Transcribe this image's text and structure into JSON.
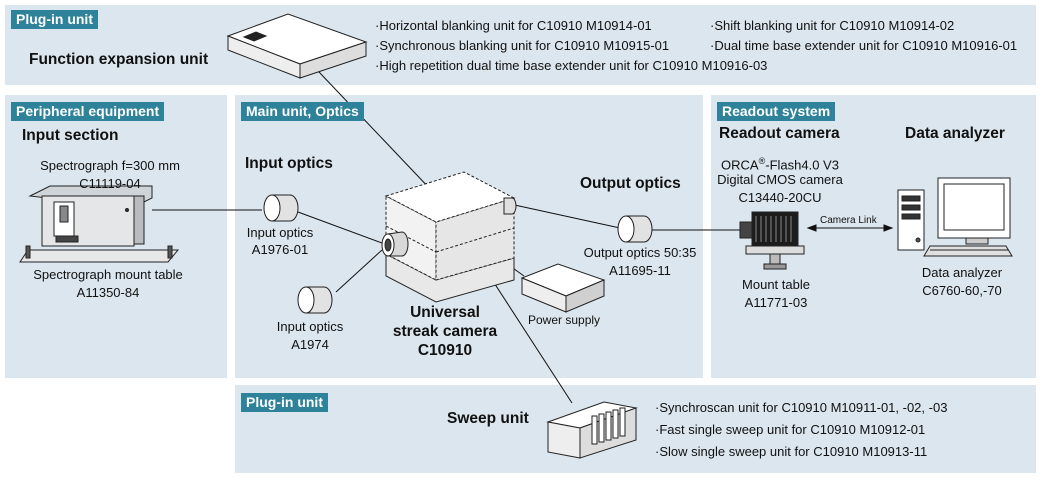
{
  "plugin_top": {
    "tag": "Plug-in unit",
    "heading": "Function expansion unit",
    "items": [
      "·Horizontal blanking unit for C10910  M10914-01",
      "·Shift blanking unit for C10910  M10914-02",
      "·Synchronous blanking unit for C10910  M10915-01",
      "·Dual time base extender unit for C10910  M10916-01",
      "·High repetition dual time base extender unit for C10910  M10916-03"
    ]
  },
  "peripheral": {
    "tag": "Peripheral equipment",
    "heading": "Input section",
    "spectrograph_line1": "Spectrograph f=300 mm",
    "spectrograph_line2": "C11119-04",
    "mount_line1": "Spectrograph mount table",
    "mount_line2": "A11350-84"
  },
  "main": {
    "tag": "Main unit, Optics",
    "input_heading": "Input optics",
    "input1_line1": "Input optics",
    "input1_line2": "A1976-01",
    "input2_line1": "Input optics",
    "input2_line2": "A1974",
    "camera_line1": "Universal",
    "camera_line2": "streak camera",
    "camera_line3": "C10910",
    "power_supply": "Power supply",
    "output_heading": "Output optics",
    "output_line1": "Output optics 50:35",
    "output_line2": "A11695-11"
  },
  "readout": {
    "tag": "Readout system",
    "camera_heading": "Readout camera",
    "camera_line1_a": "ORCA",
    "camera_line1_sup": "®",
    "camera_line1_b": "-Flash4.0 V3",
    "camera_line2": "Digital CMOS camera",
    "camera_line3": "C13440-20CU",
    "camera_link": "Camera Link",
    "mount_line1": "Mount table",
    "mount_line2": "A11771-03",
    "analyzer_heading": "Data analyzer",
    "analyzer_line1": "Data analyzer",
    "analyzer_line2": "C6760-60,-70"
  },
  "plugin_bottom": {
    "tag": "Plug-in unit",
    "heading": "Sweep unit",
    "items": [
      "·Synchroscan unit for C10910  M10911-01, -02, -03",
      "·Fast single sweep unit for C10910  M10912-01",
      "·Slow single sweep unit for C10910  M10913-11"
    ]
  },
  "colors": {
    "panel": "#dce6ee",
    "tag": "#2e8299"
  }
}
